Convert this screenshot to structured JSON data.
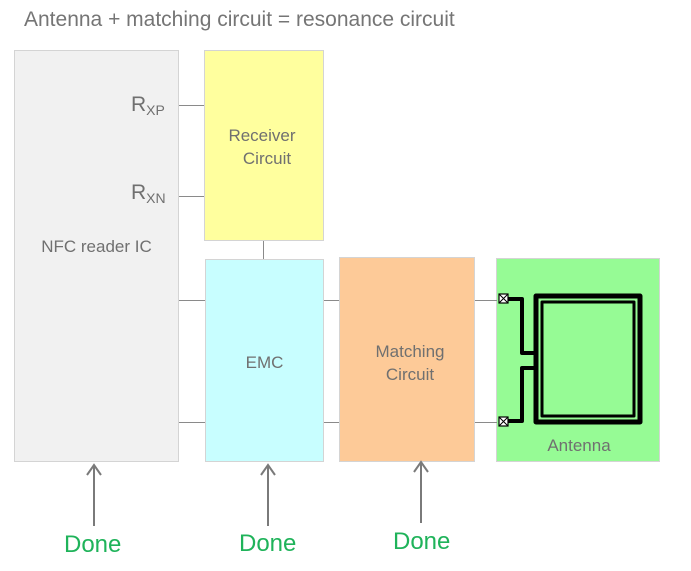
{
  "title": "Antenna + matching circuit = resonance circuit",
  "blocks": {
    "nfc": {
      "label": "NFC reader IC",
      "color": "#f1f1f1"
    },
    "receiver": {
      "line1": "Receiver",
      "line2": "Circuit",
      "color": "#ffff9e"
    },
    "emc": {
      "label": "EMC",
      "color": "#c8feff"
    },
    "matching": {
      "line1": "Matching",
      "line2": "Circuit",
      "color": "#fdca98"
    },
    "antenna": {
      "label": "Antenna",
      "color": "#96fb95"
    }
  },
  "pins": {
    "rxp": {
      "base": "R",
      "sub": "XP"
    },
    "rxn": {
      "base": "R",
      "sub": "XN"
    }
  },
  "status": [
    {
      "target": "NFC reader IC",
      "label": "Done"
    },
    {
      "target": "EMC",
      "label": "Done"
    },
    {
      "target": "Matching Circuit",
      "label": "Done"
    }
  ],
  "status_color": "#1fb35a"
}
